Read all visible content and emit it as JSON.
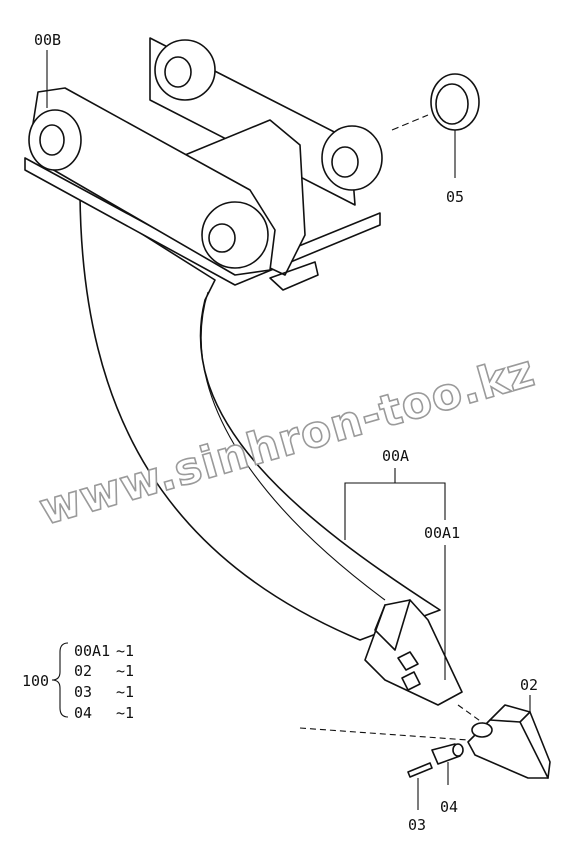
{
  "labels": {
    "p00B": "00B",
    "p05": "05",
    "p00A": "00A",
    "p00A1": "00A1",
    "p02": "02",
    "p03": "03",
    "p04": "04"
  },
  "kit": {
    "number": "100",
    "rows": [
      {
        "part": "00A1",
        "qty": "~1"
      },
      {
        "part": "02",
        "qty": "~1"
      },
      {
        "part": "03",
        "qty": "~1"
      },
      {
        "part": "04",
        "qty": "~1"
      }
    ]
  },
  "watermark": "www.sinhron-too.kz"
}
